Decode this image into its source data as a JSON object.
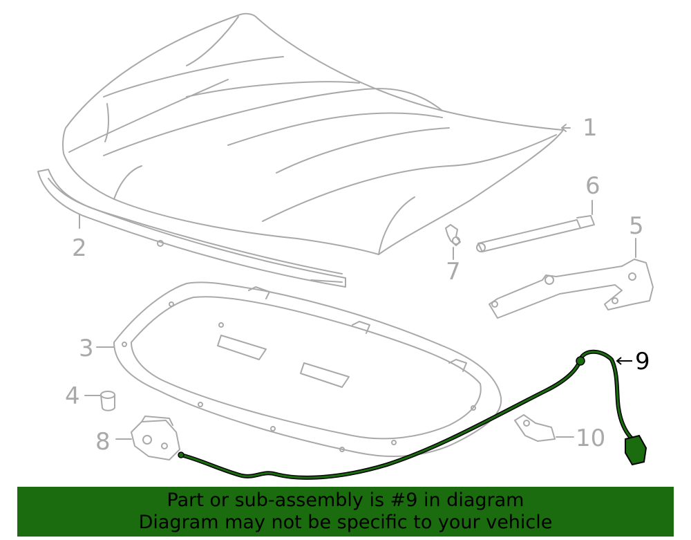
{
  "diagram": {
    "callouts": [
      {
        "id": "1",
        "label": "1",
        "highlighted": false
      },
      {
        "id": "2",
        "label": "2",
        "highlighted": false
      },
      {
        "id": "3",
        "label": "3",
        "highlighted": false
      },
      {
        "id": "4",
        "label": "4",
        "highlighted": false
      },
      {
        "id": "5",
        "label": "5",
        "highlighted": false
      },
      {
        "id": "6",
        "label": "6",
        "highlighted": false
      },
      {
        "id": "7",
        "label": "7",
        "highlighted": false
      },
      {
        "id": "8",
        "label": "8",
        "highlighted": false
      },
      {
        "id": "9",
        "label": "9",
        "highlighted": true
      },
      {
        "id": "10",
        "label": "10",
        "highlighted": false
      }
    ],
    "colors": {
      "line_art": "#a9a9a9",
      "highlight_part": "#1b6b0f",
      "highlight_outline": "#000000",
      "banner_background": "#1b6b0f"
    }
  },
  "banner": {
    "line1": "Part or sub-assembly is #9 in diagram",
    "line2": "Diagram may not be specific to your vehicle"
  }
}
